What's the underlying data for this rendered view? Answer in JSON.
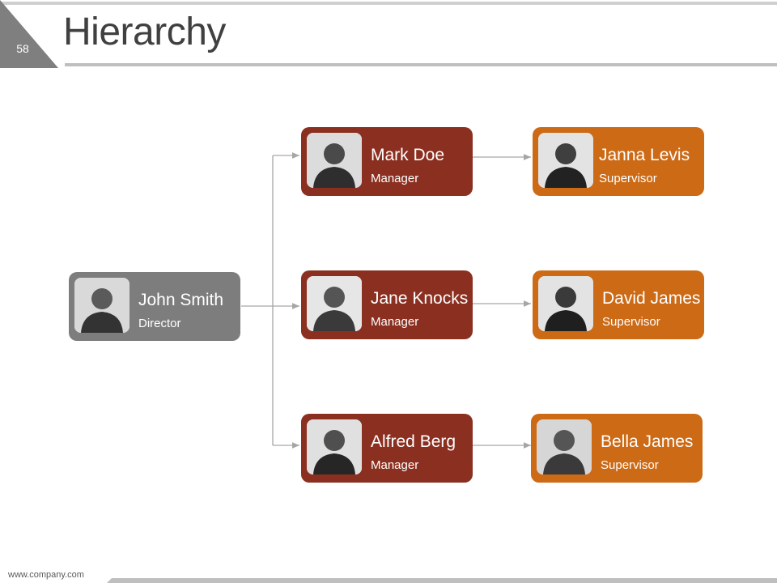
{
  "slide": {
    "page_number": "58",
    "title": "Hierarchy",
    "footer_url": "www.company.com"
  },
  "colors": {
    "director": "#7d7d7d",
    "manager": "#8b3020",
    "supervisor": "#cc6a16",
    "connector": "#a6a6a6"
  },
  "director": {
    "name": "John Smith",
    "role": "Director",
    "photo_icon": "person-photo-icon"
  },
  "managers": [
    {
      "name": "Mark Doe",
      "role": "Manager",
      "photo_icon": "person-photo-icon"
    },
    {
      "name": "Jane Knocks",
      "role": "Manager",
      "photo_icon": "person-photo-icon"
    },
    {
      "name": "Alfred Berg",
      "role": "Manager",
      "photo_icon": "person-photo-icon"
    }
  ],
  "supervisors": [
    {
      "name": "Janna Levis",
      "role": "Supervisor",
      "photo_icon": "person-photo-icon"
    },
    {
      "name": "David James",
      "role": "Supervisor",
      "photo_icon": "person-photo-icon"
    },
    {
      "name": "Bella James",
      "role": "Supervisor",
      "photo_icon": "person-photo-icon"
    }
  ]
}
